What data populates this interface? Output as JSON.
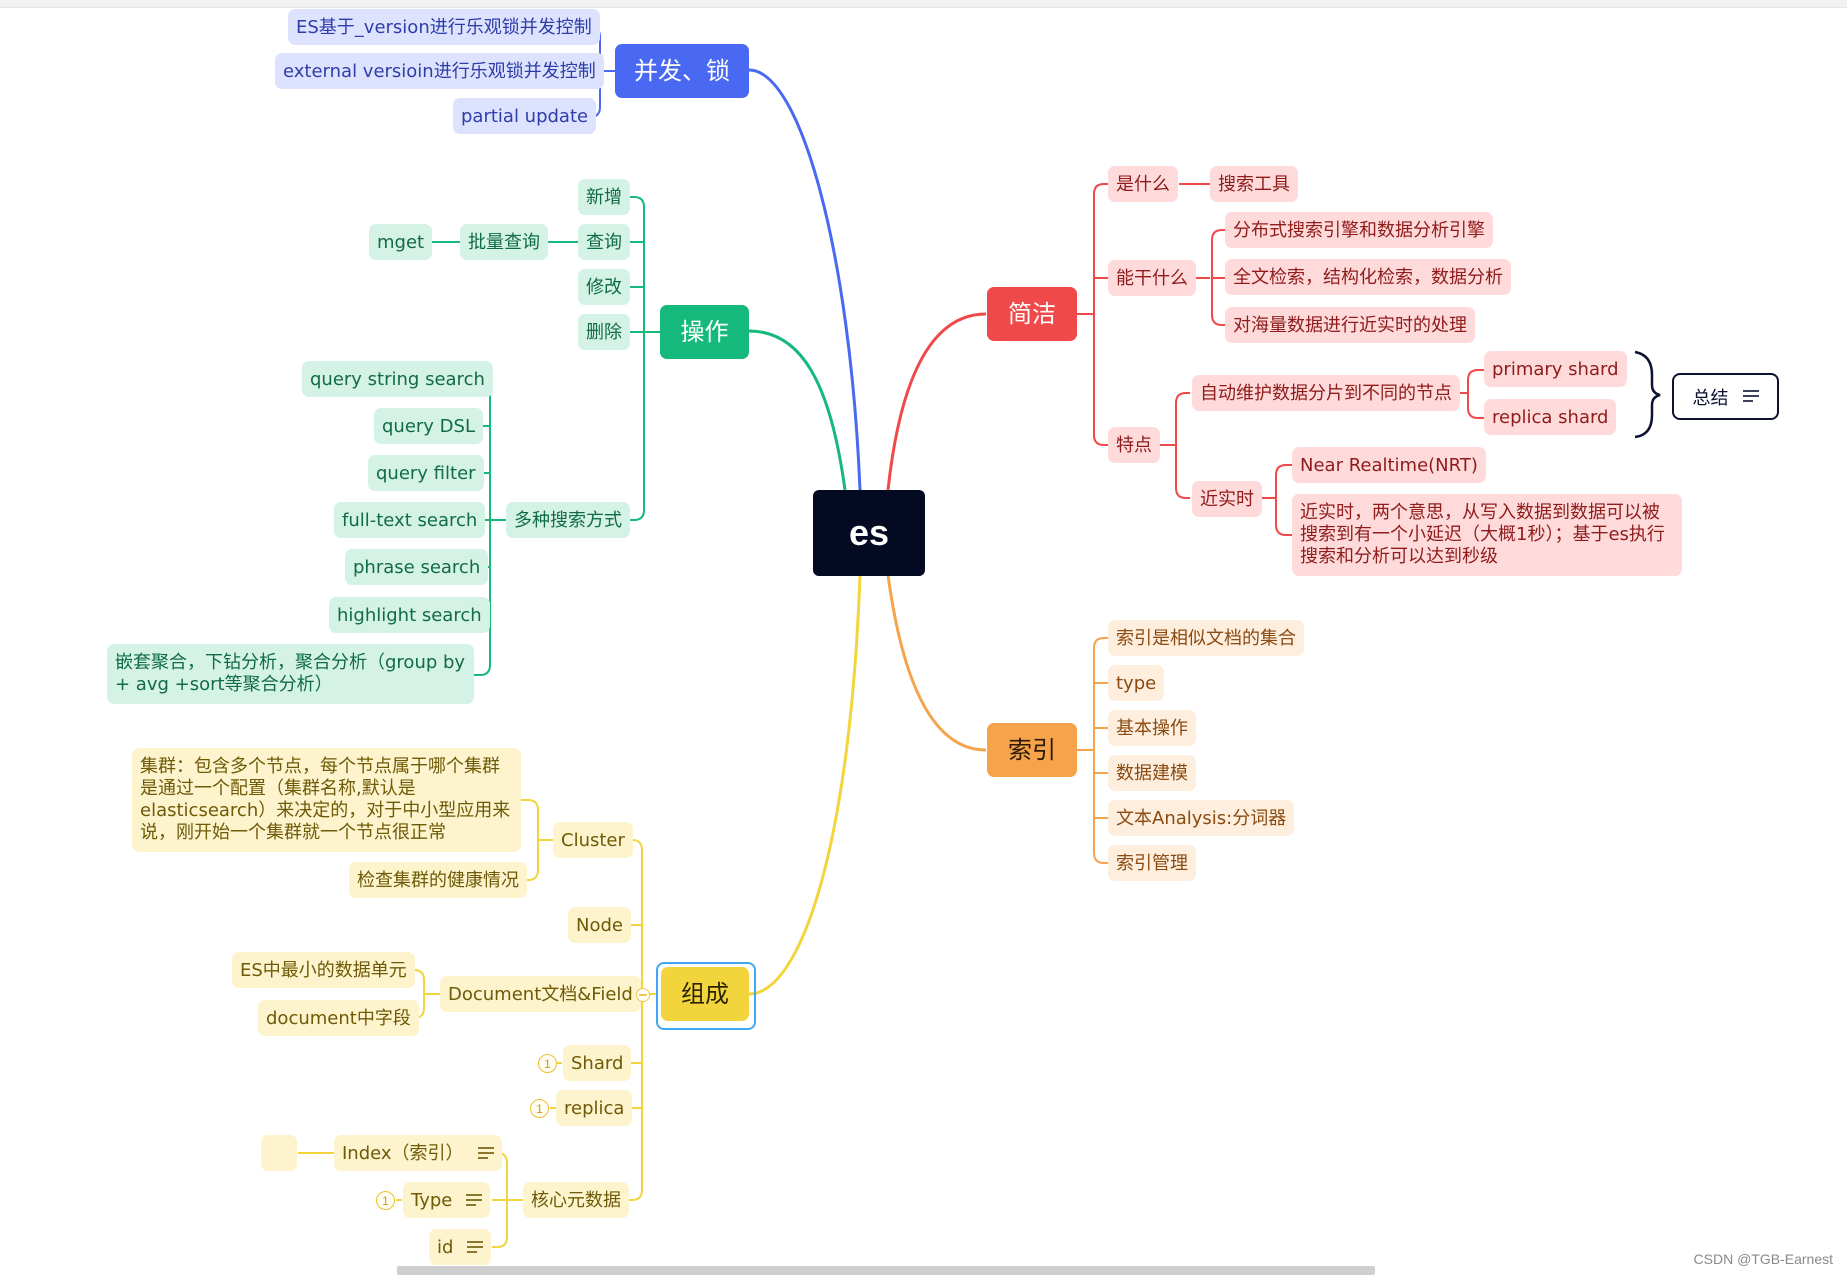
{
  "root": {
    "label": "es"
  },
  "branches": {
    "concurrency": {
      "label": "并发、锁",
      "color": "#4a69f2",
      "items": [
        "ES基于_version进行乐观锁并发控制",
        "external versioin进行乐观锁并发控制",
        "partial update"
      ]
    },
    "operations": {
      "label": "操作",
      "color": "#14b97b",
      "items": {
        "add": "新增",
        "query": "查询",
        "batch_query": "批量查询",
        "mget": "mget",
        "modify": "修改",
        "delete": "删除",
        "search_methods": "多种搜索方式"
      },
      "search_methods": [
        "query string search",
        "query DSL",
        "query filter",
        "full-text search",
        "phrase search",
        "highlight search",
        "嵌套聚合，下钻分析，聚合分析（group by + avg +sort等聚合分析）"
      ]
    },
    "composition": {
      "label": "组成",
      "color": "#f2d53c",
      "cluster": {
        "label": "Cluster",
        "children": [
          "集群：包含多个节点，每个节点属于哪个集群是通过一个配置（集群名称,默认是elasticsearch）来决定的，对于中小型应用来说，刚开始一个集群就一个节点很正常",
          "检查集群的健康情况"
        ]
      },
      "node": "Node",
      "document": {
        "label": "Document文档&Field",
        "children": [
          "ES中最小的数据单元",
          "document中字段"
        ]
      },
      "shard": {
        "label": "Shard",
        "badge": "1"
      },
      "replica": {
        "label": "replica",
        "badge": "1"
      },
      "core_metadata": {
        "label": "核心元数据",
        "children": [
          {
            "label": "Index（索引）",
            "badge": ""
          },
          {
            "label": "Type",
            "badge": "1"
          },
          {
            "label": "id",
            "badge": ""
          }
        ]
      }
    },
    "intro": {
      "label": "简洁",
      "color": "#f04949",
      "what": {
        "label": "是什么",
        "child": "搜索工具"
      },
      "can_do": {
        "label": "能干什么",
        "children": [
          "分布式搜索引擎和数据分析引擎",
          "全文检索，结构化检索，数据分析",
          "对海量数据进行近实时的处理"
        ]
      },
      "features": {
        "label": "特点",
        "auto_shard": {
          "label": "自动维护数据分片到不同的节点",
          "children": [
            "primary shard",
            "replica shard"
          ]
        },
        "summary": "总结",
        "near_realtime": {
          "label": "近实时",
          "children": [
            "Near Realtime(NRT)",
            "近实时，两个意思，从写入数据到数据可以被搜索到有一个小延迟（大概1秒）；基于es执行搜索和分析可以达到秒级"
          ]
        }
      }
    },
    "index": {
      "label": "索引",
      "color": "#f5a44c",
      "items": [
        "索引是相似文档的集合",
        "type",
        "基本操作",
        "数据建模",
        "文本Analysis:分词器",
        "索引管理"
      ]
    }
  },
  "watermark": "CSDN @TGB-Earnest"
}
